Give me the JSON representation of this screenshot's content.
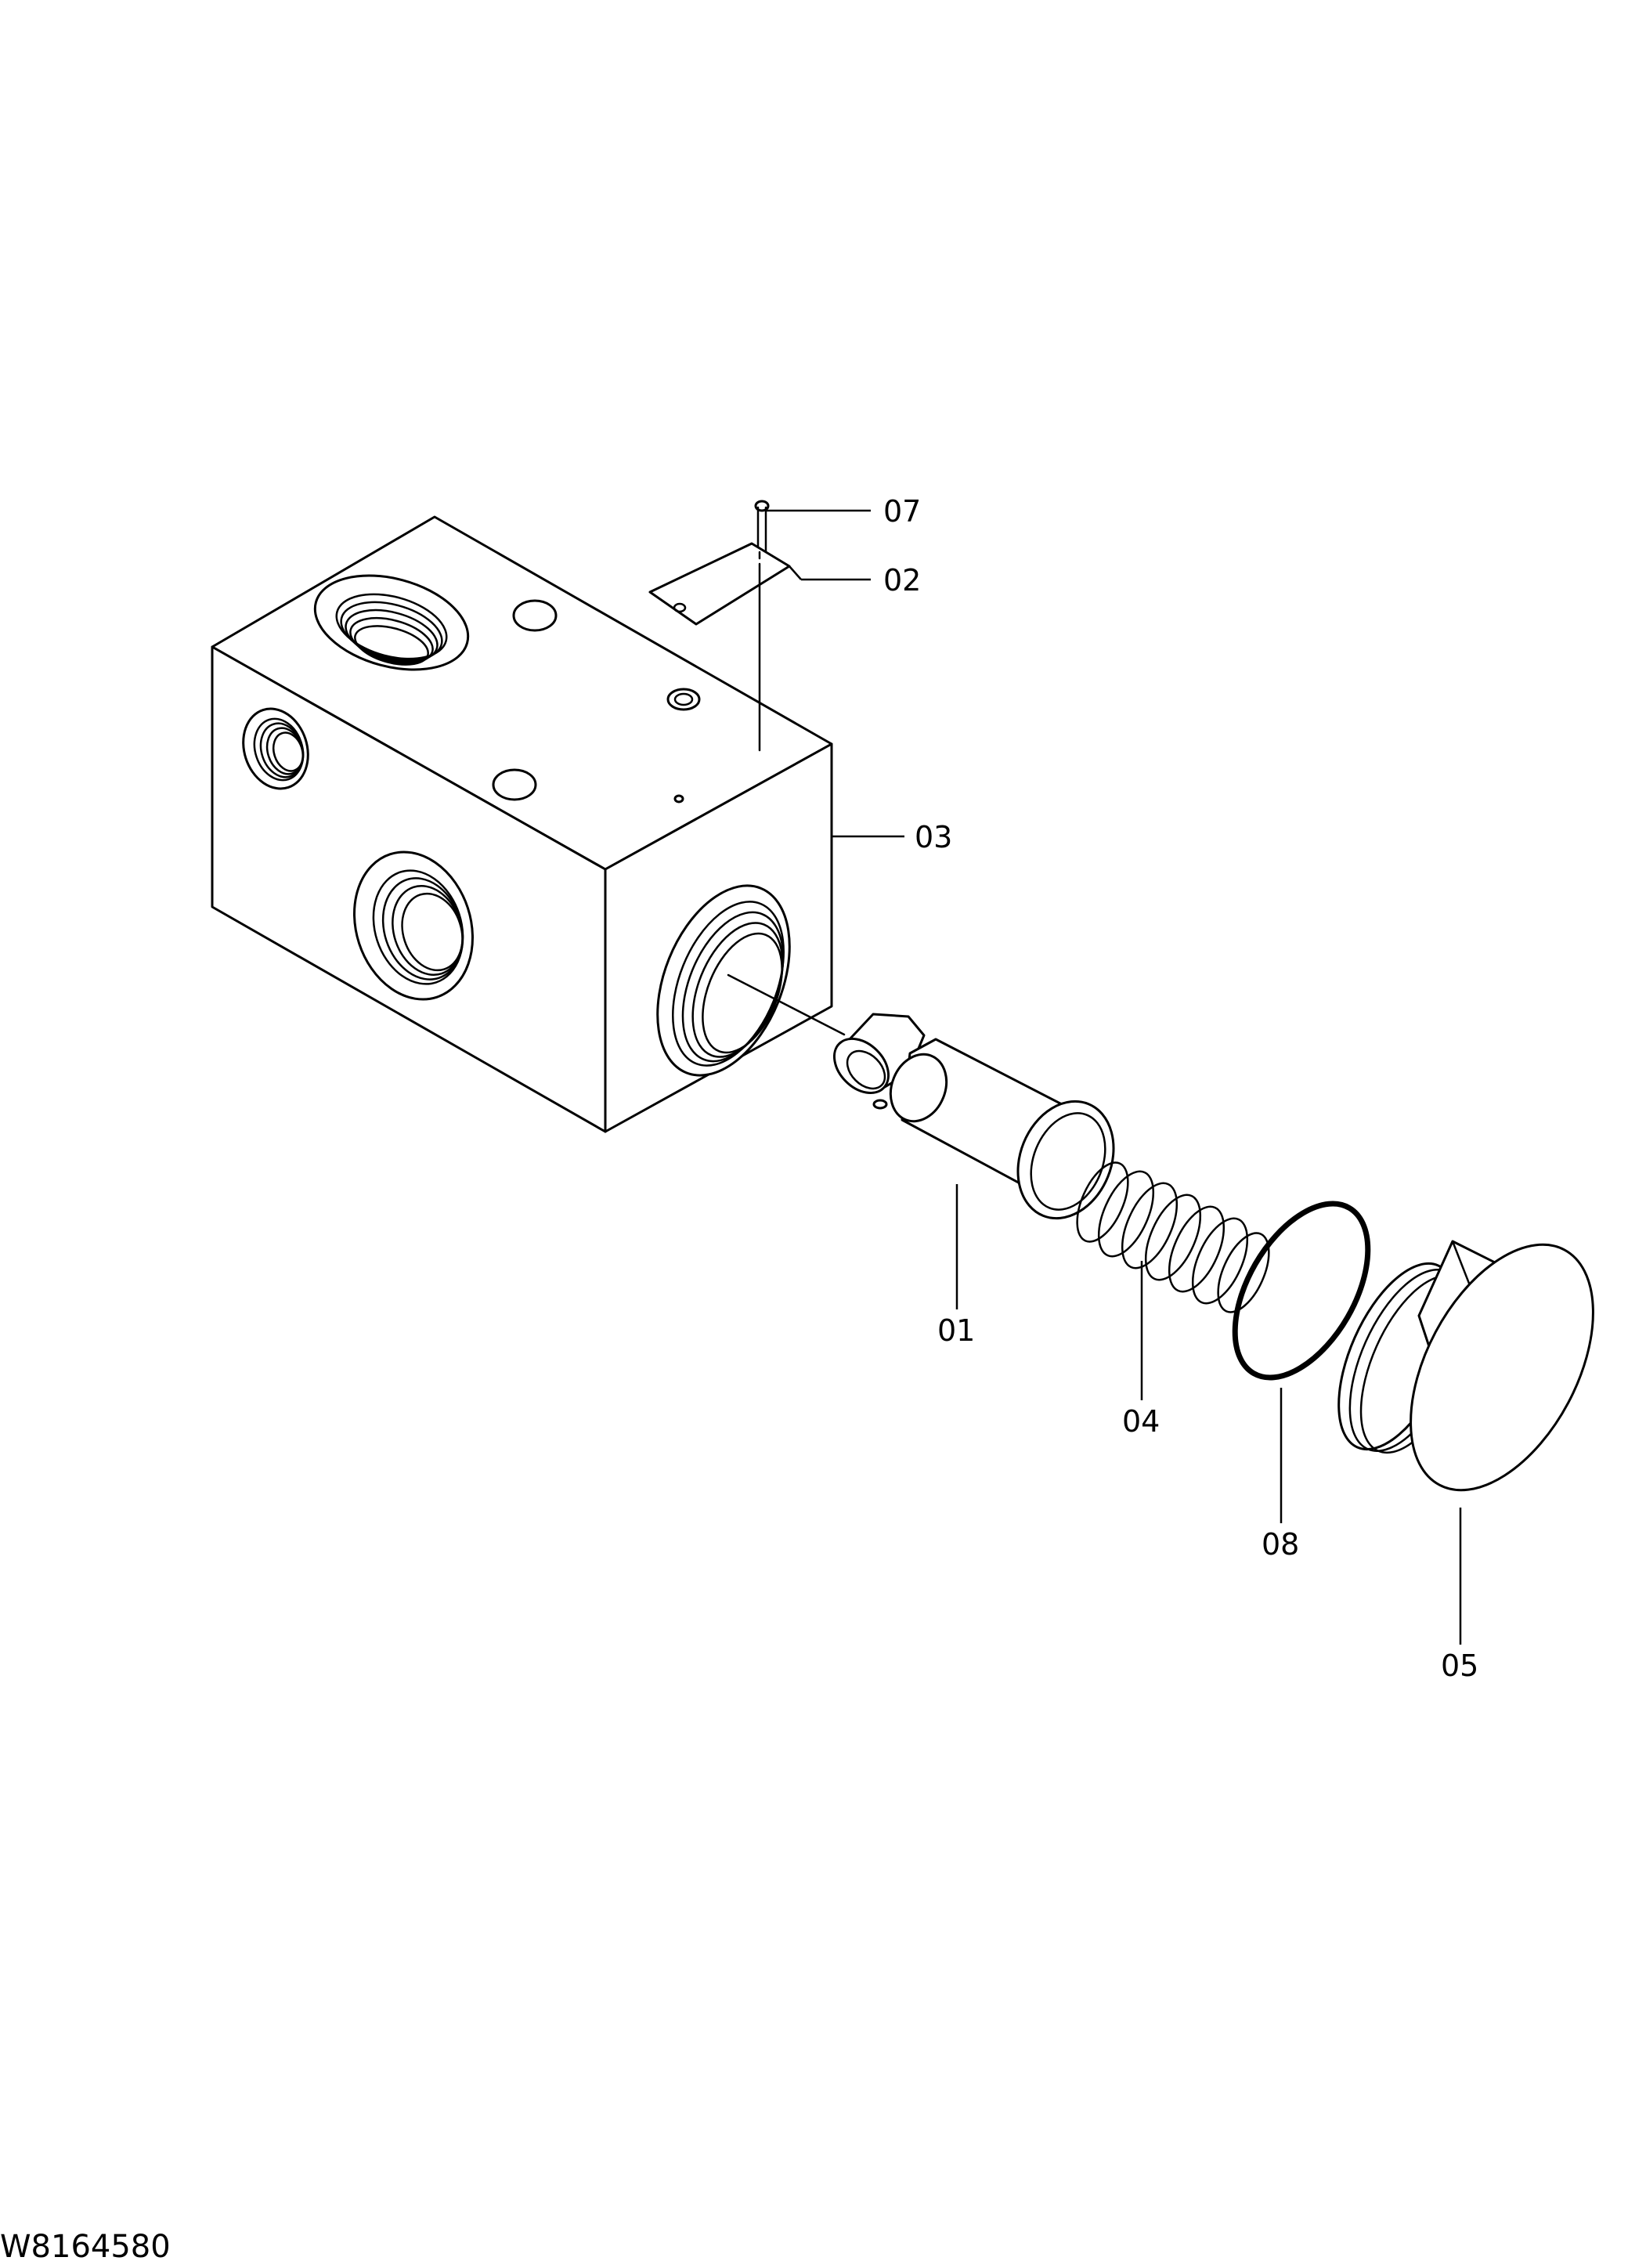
{
  "drawing": {
    "number": "W8164580",
    "callouts": [
      {
        "id": "07",
        "label": "07"
      },
      {
        "id": "02",
        "label": "02"
      },
      {
        "id": "03",
        "label": "03"
      },
      {
        "id": "01",
        "label": "01"
      },
      {
        "id": "04",
        "label": "04"
      },
      {
        "id": "08",
        "label": "08"
      },
      {
        "id": "05",
        "label": "05"
      }
    ]
  }
}
